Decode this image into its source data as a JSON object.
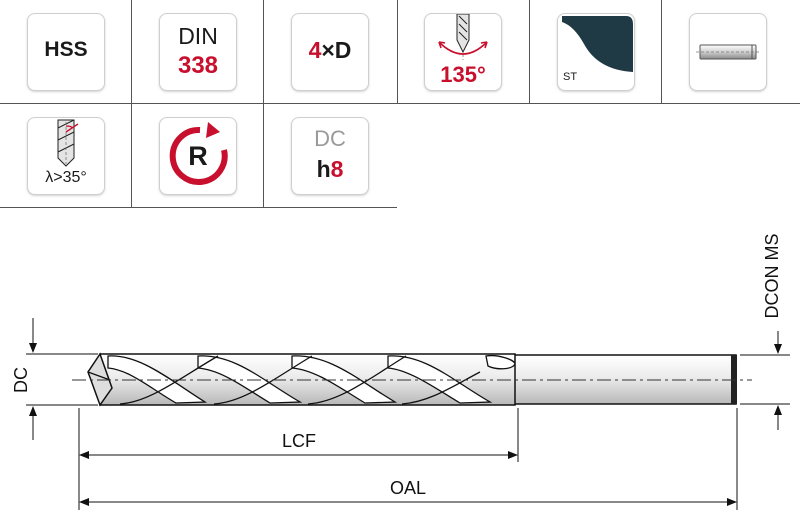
{
  "spec_tiles": [
    {
      "id": "material",
      "line1": "HSS"
    },
    {
      "id": "standard",
      "line1": "DIN",
      "line2": "338"
    },
    {
      "id": "length_ratio",
      "part1": "4",
      "part2": "×D"
    },
    {
      "id": "point_angle",
      "value": "135°"
    },
    {
      "id": "point_type",
      "label": "ST"
    },
    {
      "id": "shank",
      "icon": "cylindrical-shank-icon"
    },
    {
      "id": "helix_angle",
      "value": "λ>35°"
    },
    {
      "id": "rotation",
      "letter": "R"
    },
    {
      "id": "tolerance",
      "line1": "DC",
      "line2_prefix": "h",
      "line2_value": "8"
    }
  ],
  "dimensions": {
    "dc": "DC",
    "dcon_ms": "DCON MS",
    "lcf": "LCF",
    "oal": "OAL"
  },
  "colors": {
    "accent_red": "#c8102e",
    "dark_text": "#1a1a1a",
    "grid_line": "#555555",
    "grey_text": "#9a9a9a",
    "point_dark": "#1f3a44"
  }
}
